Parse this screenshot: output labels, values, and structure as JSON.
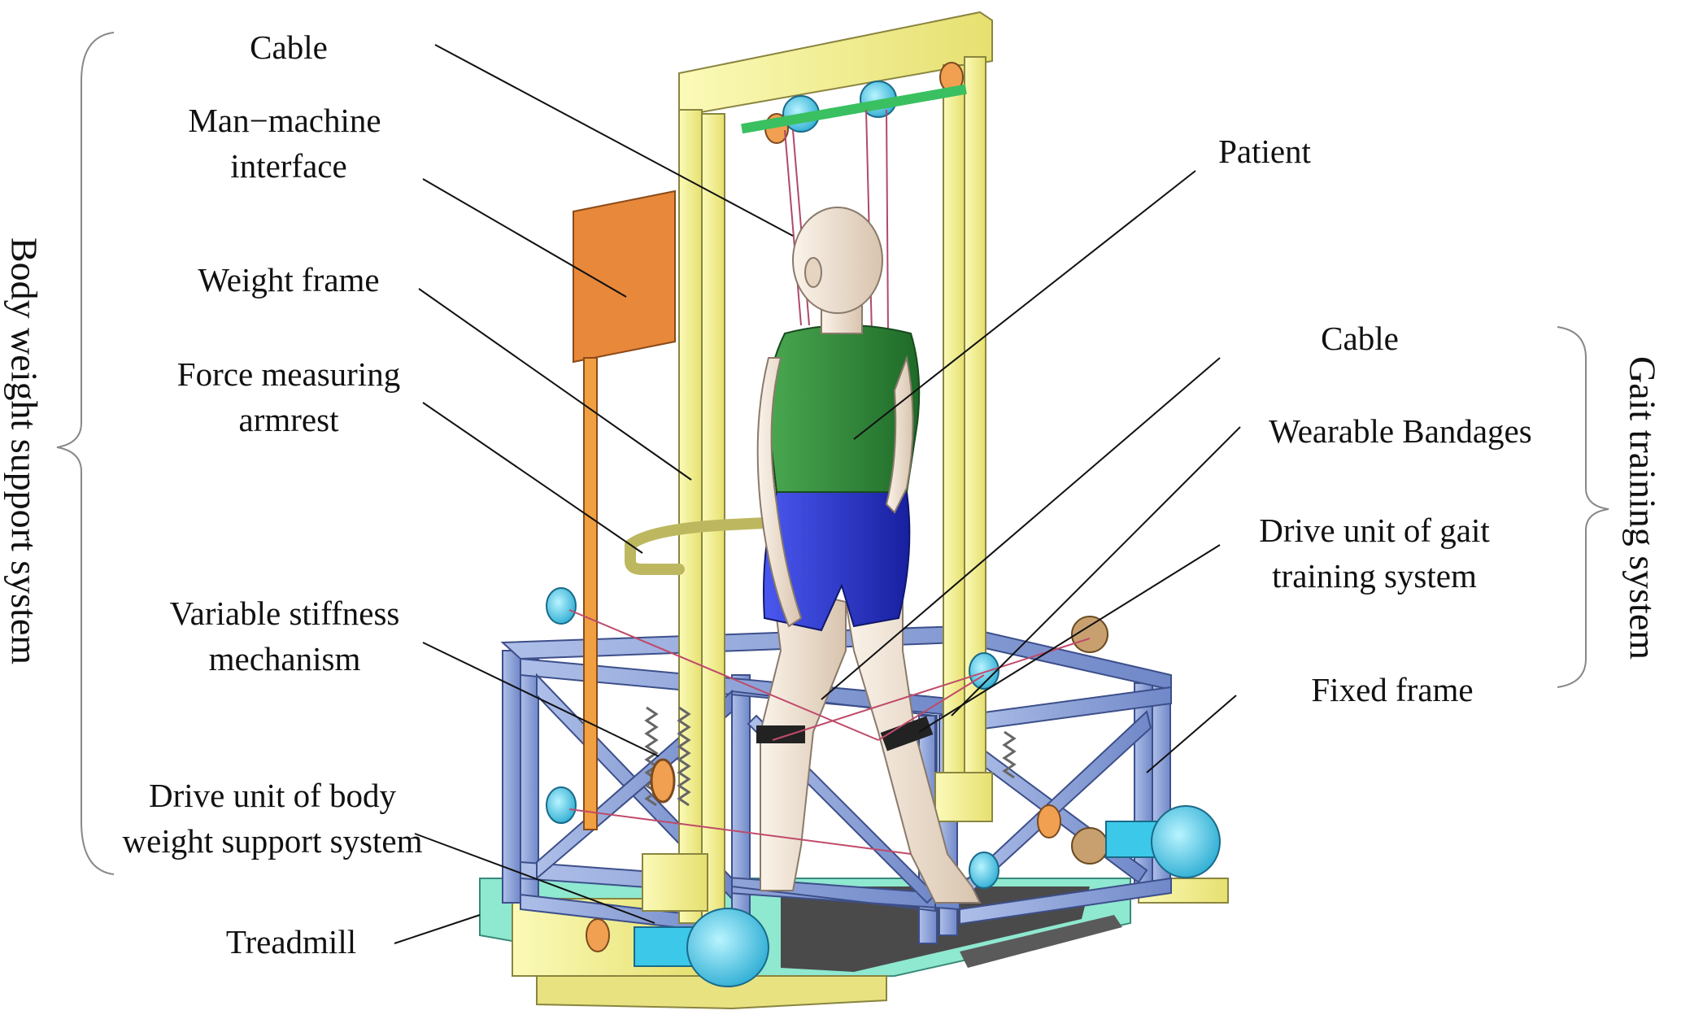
{
  "labels": {
    "cable_top": "Cable",
    "mmi_l1": "Man−machine",
    "mmi_l2": "interface",
    "weight_frame": "Weight frame",
    "force_l1": "Force measuring",
    "force_l2": "armrest",
    "vsm_l1": "Variable stiffness",
    "vsm_l2": "mechanism",
    "drive_bws_l1": "Drive unit of body",
    "drive_bws_l2": "weight support system",
    "treadmill": "Treadmill",
    "patient": "Patient",
    "cable_right": "Cable",
    "bandages": "Wearable Bandages",
    "drive_gait_l1": "Drive unit of gait",
    "drive_gait_l2": "training system",
    "fixed_frame": "Fixed frame"
  },
  "groups": {
    "left": "Body weight support system",
    "right": "Gait training system"
  },
  "colors": {
    "frame_yellow": "#f2f08c",
    "frame_blue": "#8ea4d8",
    "base_cyan": "#7fe0c8",
    "motor_cyan": "#3cc8e8",
    "shirt_green": "#2f8a3a",
    "shorts_blue": "#2430c8",
    "panel_orange": "#e8883a",
    "skin": "#efe2d2"
  }
}
